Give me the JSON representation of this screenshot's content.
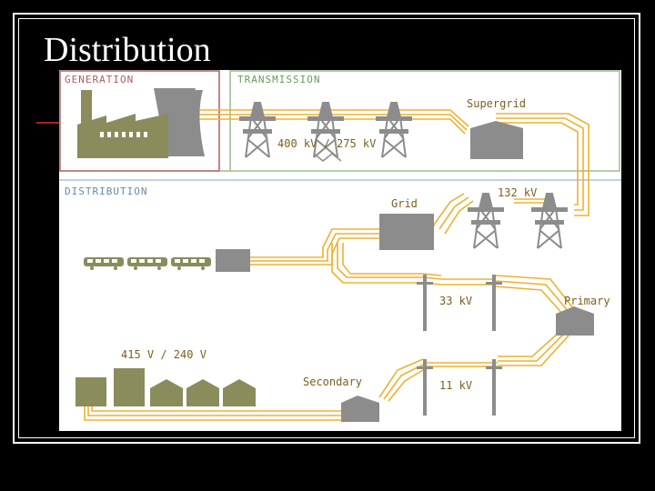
{
  "slide": {
    "title": "Distribution"
  },
  "diagram": {
    "sections": {
      "generation": "GENERATION",
      "transmission": "TRANSMISSION",
      "distribution": "DISTRIBUTION"
    },
    "labels": {
      "supergrid": "Supergrid",
      "transmission_voltage": "400 kV / 275 kV",
      "grid": "Grid",
      "grid_voltage": "132 kV",
      "primary_voltage": "33 kV",
      "primary": "Primary",
      "consumer_voltage": "415 V / 240 V",
      "secondary": "Secondary",
      "secondary_voltage": "11 kV"
    },
    "colors": {
      "power_line": "#f0b030",
      "building": "#8a8c5c",
      "substation": "#8c8c8c",
      "tower": "#8c8c8c",
      "generation_border": "#a86060",
      "transmission_border": "#9cbc8c",
      "distribution_border": "#a8c4dc",
      "section_generation": "#a86060",
      "section_transmission": "#6a9a5a",
      "section_distribution": "#6a8aaa",
      "label_text": "#7a6020"
    }
  }
}
